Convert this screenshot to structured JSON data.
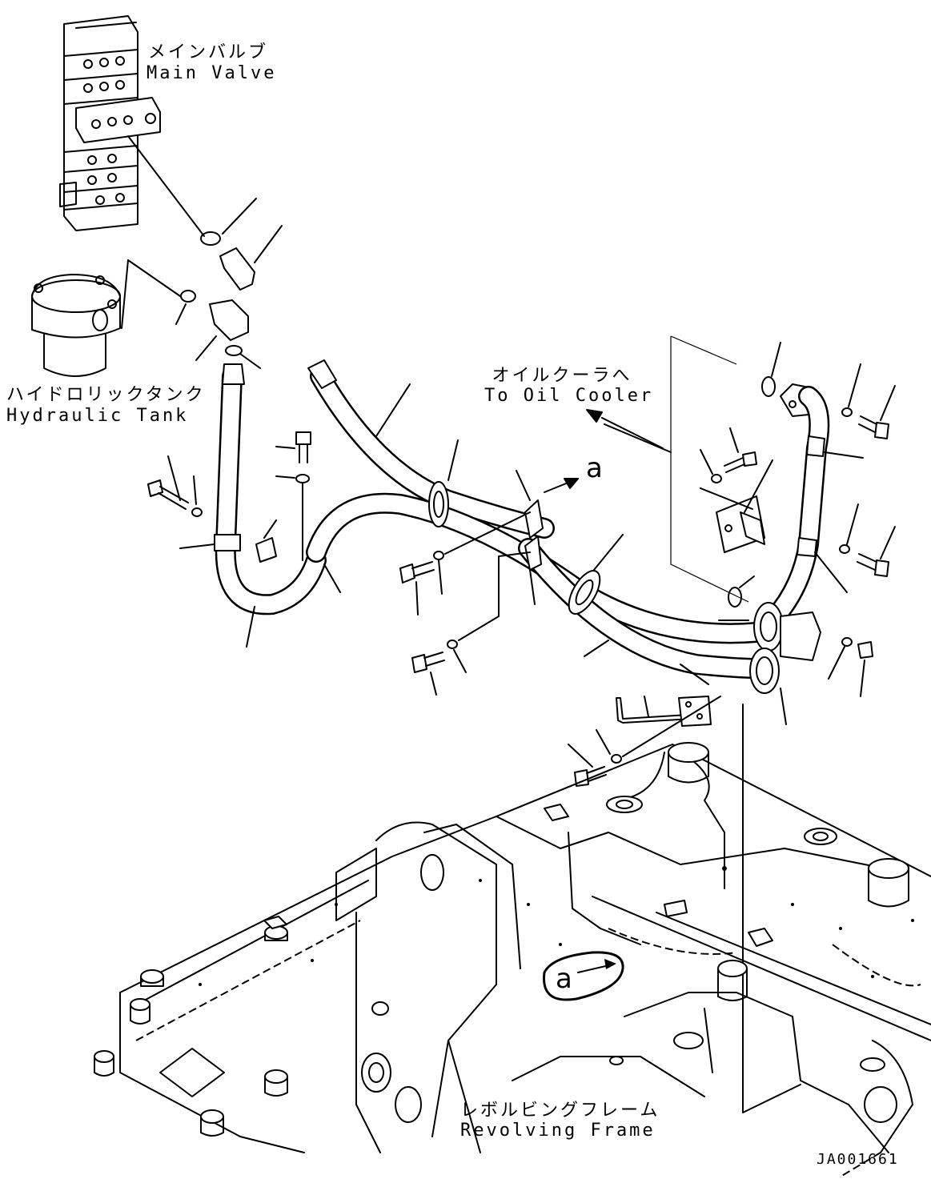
{
  "labels": {
    "main_valve_jp": "メインバルブ",
    "main_valve_en": "Main Valve",
    "hydraulic_tank_jp": "ハイドロリックタンク",
    "hydraulic_tank_en": "Hydraulic Tank",
    "oil_cooler_jp": "オイルクーラへ",
    "oil_cooler_en": "To Oil Cooler",
    "revolving_frame_jp": "レボルビングフレーム",
    "revolving_frame_en": "Revolving Frame"
  },
  "view_markers": {
    "upper": "a",
    "lower": "a"
  },
  "drawing_code": "JA001661"
}
